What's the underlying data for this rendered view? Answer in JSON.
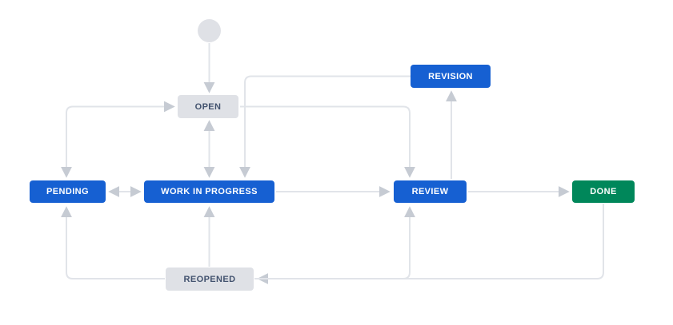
{
  "diagram": {
    "title": "workflow-status-diagram",
    "start_node": {
      "type": "start",
      "shape": "circle"
    },
    "nodes": [
      {
        "id": "open",
        "label": "OPEN",
        "category": "todo",
        "color": "#dfe1e6",
        "text_color": "#42526e"
      },
      {
        "id": "revision",
        "label": "REVISION",
        "category": "in-progress",
        "color": "#1660d2",
        "text_color": "#ffffff"
      },
      {
        "id": "pending",
        "label": "PENDING",
        "category": "in-progress",
        "color": "#1660d2",
        "text_color": "#ffffff"
      },
      {
        "id": "work-in-progress",
        "label": "WORK IN PROGRESS",
        "category": "in-progress",
        "color": "#1660d2",
        "text_color": "#ffffff"
      },
      {
        "id": "review",
        "label": "REVIEW",
        "category": "in-progress",
        "color": "#1660d2",
        "text_color": "#ffffff"
      },
      {
        "id": "done",
        "label": "DONE",
        "category": "done",
        "color": "#00875a",
        "text_color": "#ffffff"
      },
      {
        "id": "reopened",
        "label": "REOPENED",
        "category": "todo",
        "color": "#dfe1e6",
        "text_color": "#42526e"
      }
    ],
    "edges": [
      {
        "from": "start",
        "to": "open",
        "bidirectional": false
      },
      {
        "from": "open",
        "to": "work-in-progress",
        "bidirectional": true
      },
      {
        "from": "open",
        "to": "pending",
        "bidirectional": true
      },
      {
        "from": "pending",
        "to": "work-in-progress",
        "bidirectional": true
      },
      {
        "from": "revision",
        "to": "work-in-progress",
        "bidirectional": false
      },
      {
        "from": "open",
        "to": "review",
        "bidirectional": false
      },
      {
        "from": "work-in-progress",
        "to": "review",
        "bidirectional": false
      },
      {
        "from": "review",
        "to": "revision",
        "bidirectional": false
      },
      {
        "from": "review",
        "to": "done",
        "bidirectional": false
      },
      {
        "from": "done",
        "to": "reopened",
        "bidirectional": false
      },
      {
        "from": "reopened",
        "to": "review",
        "bidirectional": false
      },
      {
        "from": "reopened",
        "to": "pending",
        "bidirectional": false
      },
      {
        "from": "reopened",
        "to": "work-in-progress",
        "bidirectional": false
      }
    ],
    "colors": {
      "background": "#ffffff",
      "line": "#e1e4e9",
      "arrowhead": "#c6cbd3",
      "node_gray": "#dfe1e6",
      "node_blue": "#1660d2",
      "node_green": "#00875a",
      "text_dark": "#42526e",
      "text_light": "#ffffff"
    }
  }
}
